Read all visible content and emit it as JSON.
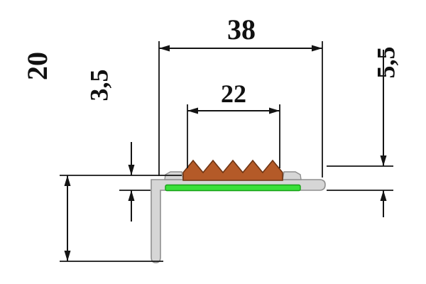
{
  "drawing": {
    "type": "technical-cross-section",
    "subject": "stair-nosing-profile-with-anti-slip-insert",
    "dimensions": {
      "total_width": "38",
      "insert_width": "22",
      "leg_height": "20",
      "flange_thickness": "3,5",
      "nose_height": "5,5"
    },
    "colors": {
      "background": "#ffffff",
      "line": "#141414",
      "profile": "#d6d6d6",
      "profile_outline": "#8f8f8f",
      "insert": "#b45a28",
      "insert_outline": "#6e3413",
      "glow_strip": "#3ae03a",
      "glow_outline": "#17a017"
    }
  }
}
